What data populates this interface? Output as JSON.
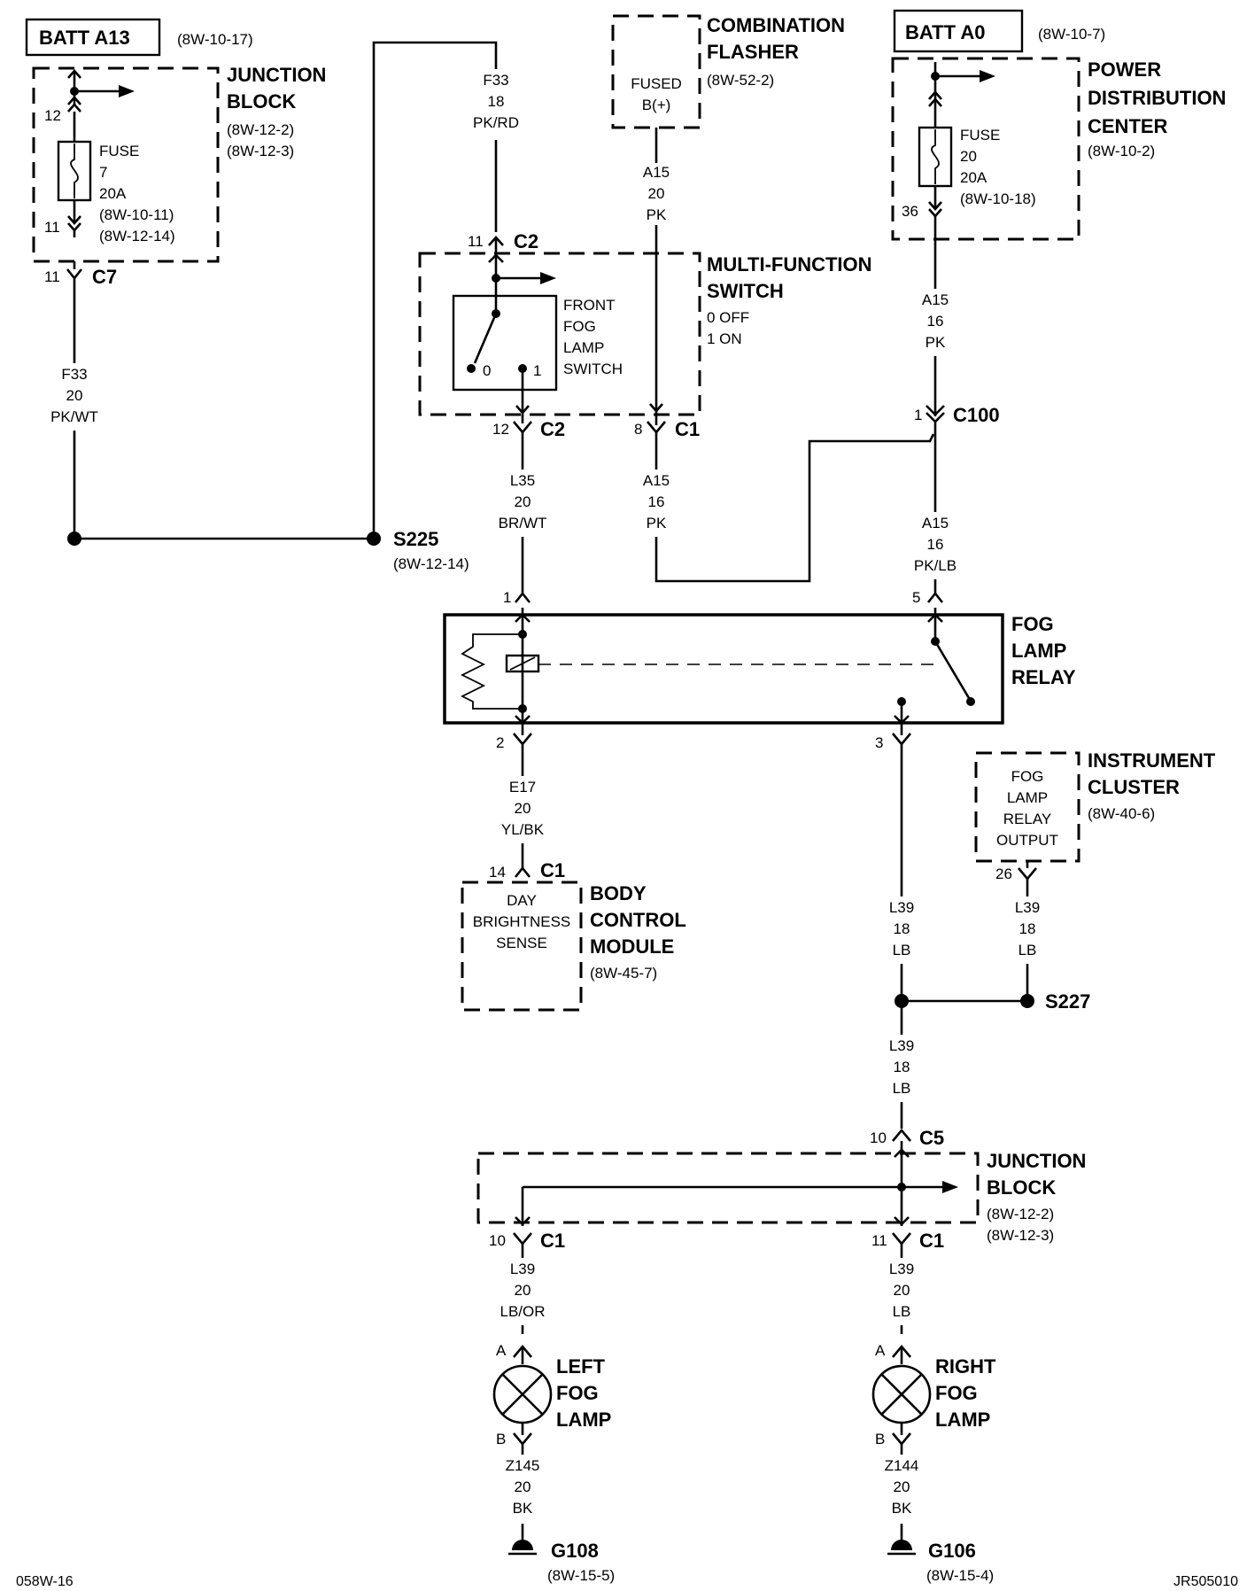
{
  "batt_a13": {
    "label": "BATT A13",
    "ref": "(8W-10-17)"
  },
  "batt_a0": {
    "label": "BATT A0",
    "ref": "(8W-10-7)"
  },
  "junction_block_top": {
    "title": [
      "JUNCTION",
      "BLOCK"
    ],
    "refs": [
      "(8W-12-2)",
      "(8W-12-3)"
    ],
    "fuse": [
      "FUSE",
      "7",
      "20A",
      "(8W-10-11)",
      "(8W-12-14)"
    ],
    "pin_in": "12",
    "pin_out": "11"
  },
  "c7": {
    "pin": "11",
    "label": "C7"
  },
  "wire_f33_left": [
    "F33",
    "20",
    "PK/WT"
  ],
  "wire_f33_top": [
    "F33",
    "18",
    "PK/RD"
  ],
  "splice_s225": {
    "label": "S225",
    "ref": "(8W-12-14)"
  },
  "combination_flasher": {
    "title": [
      "COMBINATION",
      "FLASHER"
    ],
    "ref": "(8W-52-2)",
    "inner": [
      "FUSED",
      "B(+)"
    ]
  },
  "wire_a15_flasher": [
    "A15",
    "20",
    "PK"
  ],
  "multi_function_switch": {
    "title": [
      "MULTI-FUNCTION",
      "SWITCH"
    ],
    "states": [
      "0 OFF",
      "1 ON"
    ],
    "inner": [
      "FRONT",
      "FOG",
      "LAMP",
      "SWITCH"
    ],
    "pos0": "0",
    "pos1": "1",
    "c2_top_pin": "11",
    "c2_label": "C2",
    "c2_bottom_pin": "12",
    "c1_pin": "8",
    "c1_label": "C1"
  },
  "wire_l35": [
    "L35",
    "20",
    "BR/WT"
  ],
  "wire_a15_mid": [
    "A15",
    "16",
    "PK"
  ],
  "pdc": {
    "title": [
      "POWER",
      "DISTRIBUTION",
      "CENTER"
    ],
    "ref": "(8W-10-2)",
    "fuse": [
      "FUSE",
      "20",
      "20A",
      "(8W-10-18)"
    ],
    "pin": "36"
  },
  "wire_a15_pdc": [
    "A15",
    "16",
    "PK"
  ],
  "c100": {
    "pin": "1",
    "label": "C100"
  },
  "wire_a15_relay": [
    "A15",
    "16",
    "PK/LB"
  ],
  "fog_lamp_relay": {
    "title": [
      "FOG",
      "LAMP",
      "RELAY"
    ],
    "pins": {
      "p1": "1",
      "p2": "2",
      "p3": "3",
      "p5": "5"
    }
  },
  "wire_e17": [
    "E17",
    "20",
    "YL/BK"
  ],
  "body_control_module": {
    "title": [
      "BODY",
      "CONTROL",
      "MODULE"
    ],
    "ref": "(8W-45-7)",
    "inner": [
      "DAY",
      "BRIGHTNESS",
      "SENSE"
    ],
    "pin": "14",
    "conn": "C1"
  },
  "instrument_cluster": {
    "title": [
      "INSTRUMENT",
      "CLUSTER"
    ],
    "ref": "(8W-40-6)",
    "inner": [
      "FOG",
      "LAMP",
      "RELAY",
      "OUTPUT"
    ],
    "pin": "26"
  },
  "wire_l39_relay": [
    "L39",
    "18",
    "LB"
  ],
  "wire_l39_cluster": [
    "L39",
    "18",
    "LB"
  ],
  "splice_s227": {
    "label": "S227"
  },
  "wire_l39_lower": [
    "L39",
    "18",
    "LB"
  ],
  "c5": {
    "pin": "10",
    "label": "C5"
  },
  "junction_block_bottom": {
    "title": [
      "JUNCTION",
      "BLOCK"
    ],
    "refs": [
      "(8W-12-2)",
      "(8W-12-3)"
    ],
    "left_pin": "10",
    "right_pin": "11",
    "conn": "C1"
  },
  "wire_l39_left": [
    "L39",
    "20",
    "LB/OR"
  ],
  "wire_l39_right": [
    "L39",
    "20",
    "LB"
  ],
  "left_fog_lamp": {
    "title": [
      "LEFT",
      "FOG",
      "LAMP"
    ],
    "pin_a": "A",
    "pin_b": "B"
  },
  "right_fog_lamp": {
    "title": [
      "RIGHT",
      "FOG",
      "LAMP"
    ],
    "pin_a": "A",
    "pin_b": "B"
  },
  "wire_z145": [
    "Z145",
    "20",
    "BK"
  ],
  "wire_z144": [
    "Z144",
    "20",
    "BK"
  ],
  "ground_g108": {
    "label": "G108",
    "ref": "(8W-15-5)"
  },
  "ground_g106": {
    "label": "G106",
    "ref": "(8W-15-4)"
  },
  "footer": {
    "left": "058W-16",
    "right": "JR505010"
  }
}
